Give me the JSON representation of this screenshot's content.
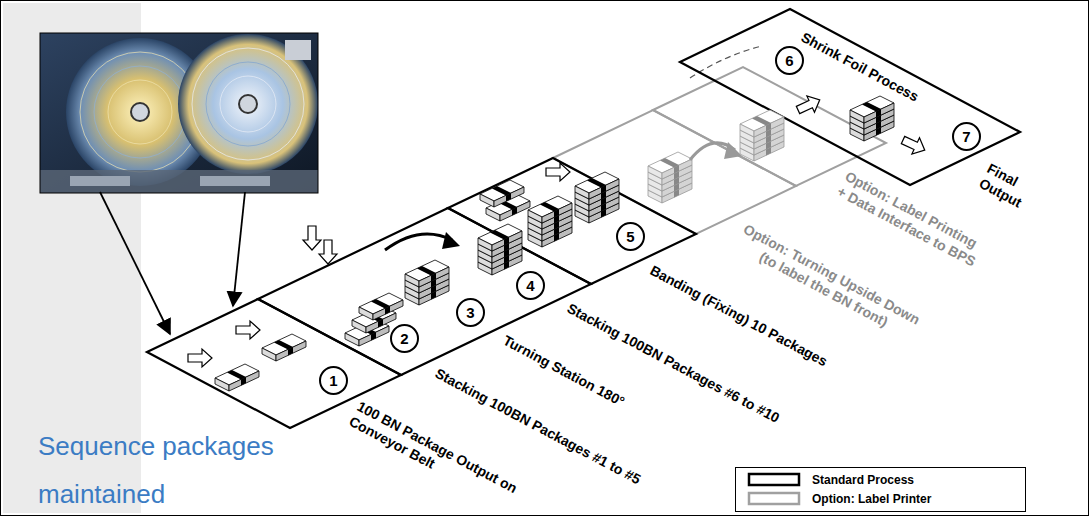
{
  "diagram": {
    "nodes": [
      {
        "text": [
          "1"
        ]
      },
      {
        "text": [
          "2"
        ]
      },
      {
        "text": [
          "3"
        ]
      },
      {
        "text": [
          "4"
        ]
      },
      {
        "text": [
          "5"
        ]
      },
      {
        "text": [
          "6"
        ]
      },
      {
        "text": [
          "7"
        ]
      }
    ],
    "labels": [
      "Sequence packages maintained",
      "100 BN Package Output on Conveyor Belt",
      "Stacking 100BN Packages #1 to #5",
      "Turning Station 180°",
      "Stacking 100BN Packages #6 to #10",
      "Banding (Fixing) 10 Packages",
      "Option: Turning Upside Down (to label the BN front)",
      "Option: Label Printing + Data Interface to BPS",
      "Shrink Foil Process",
      "Final Output"
    ],
    "legend": [
      {
        "text": "Standard Process"
      },
      {
        "text": "Option: Label Printer"
      }
    ]
  }
}
